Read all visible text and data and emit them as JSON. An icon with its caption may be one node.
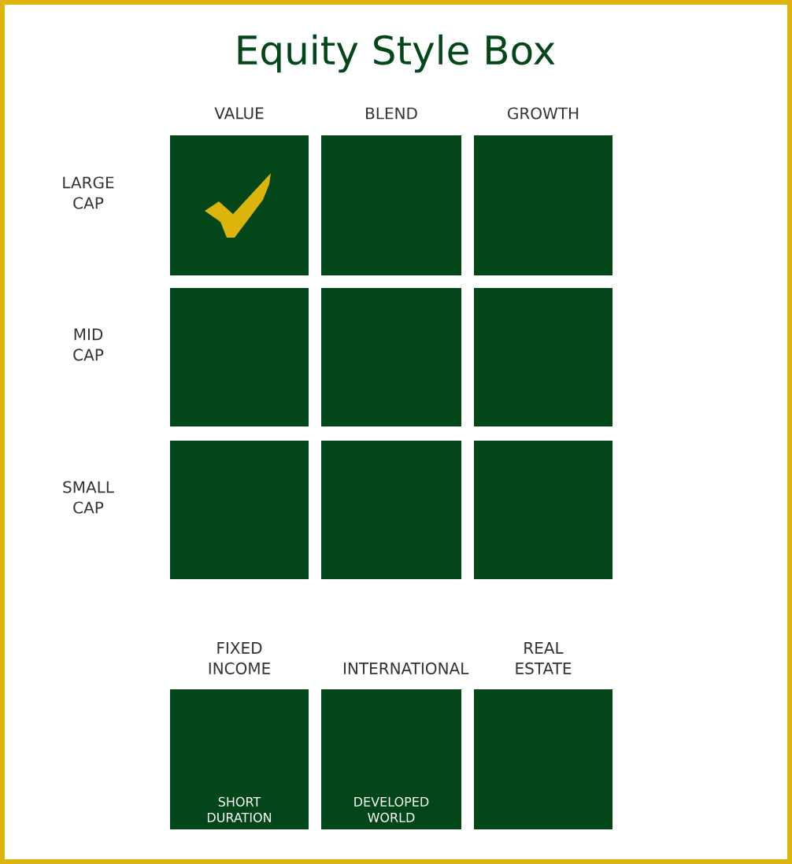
{
  "diagram": {
    "title": "Equity Style Box",
    "nodes": [
      {
        "text": [],
        "shape": "box"
      },
      {
        "text": [],
        "shape": "box"
      },
      {
        "text": [],
        "shape": "box"
      },
      {
        "text": [],
        "shape": "box"
      },
      {
        "text": [],
        "shape": "box"
      },
      {
        "text": [],
        "shape": "box"
      },
      {
        "text": [],
        "shape": "box"
      },
      {
        "text": [],
        "shape": "box"
      },
      {
        "text": [],
        "shape": "box"
      },
      {
        "text": [
          "FIXED INCOME",
          "SHORT DURATION"
        ]
      },
      {
        "text": [
          "INTERNATIONAL",
          "DEVELOPED WORLD"
        ]
      },
      {
        "text": [
          "REAL ESTATE"
        ]
      }
    ],
    "labels": [
      "VALUE",
      "BLEND",
      "GROWTH",
      "LARGE CAP",
      "MID CAP",
      "SMALL CAP"
    ]
  }
}
